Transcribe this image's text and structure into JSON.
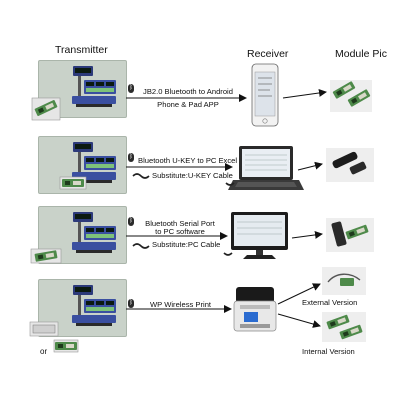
{
  "headers": {
    "transmitter": "Transmitter",
    "receiver": "Receiver",
    "module_pic": "Module Pic"
  },
  "rows": [
    {
      "label_lines": [
        "JB2.0 Bluetooth to Android",
        "Phone & Pad APP"
      ],
      "receiver": "smartphone-icon",
      "modules": [
        "bluetooth-module-board"
      ]
    },
    {
      "label_lines": [
        "Bluetooth U-KEY to PC Excel"
      ],
      "substitute": "Substitute:U-KEY Cable",
      "receiver": "laptop-icon",
      "modules": [
        "usb-dongle"
      ]
    },
    {
      "label_lines": [
        "Bluetooth Serial Port",
        "to PC software"
      ],
      "substitute": "Substitute:PC Cable",
      "receiver": "desktop-monitor-icon",
      "modules": [
        "serial-bluetooth-module"
      ]
    },
    {
      "label_lines": [
        "WP Wireless Print"
      ],
      "receiver": "receipt-printer-icon",
      "modules": [
        "external-module",
        "internal-module"
      ],
      "module_labels": [
        "External Version",
        "Internal Version"
      ],
      "transmitter_or": "or"
    }
  ],
  "colors": {
    "arrow": "#111111",
    "panel_bg": "#c9d2c9",
    "scale_body": "#3a4fa0",
    "module_green": "#4e8a4a"
  }
}
